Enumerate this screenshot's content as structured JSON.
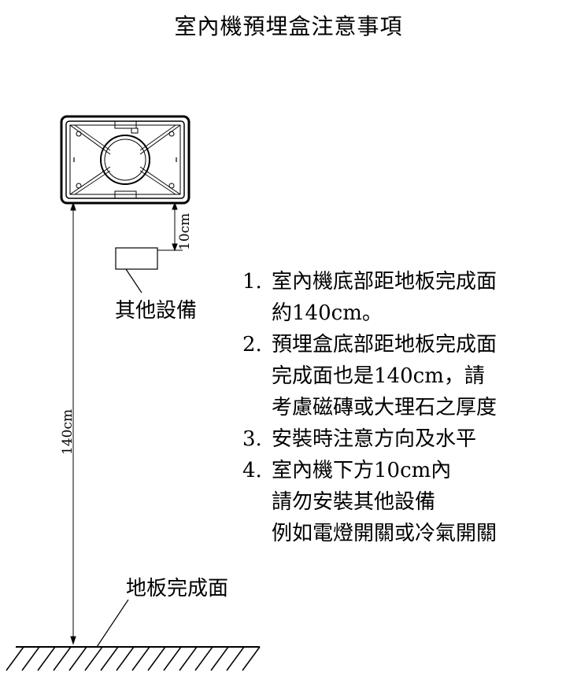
{
  "title": "室內機預埋盒注意事項",
  "labels": {
    "other_equipment": "其他設備",
    "floor_finish": "地板完成面",
    "dim_10": "10cm",
    "dim_140": "140cm"
  },
  "notes": [
    {
      "num": "1.",
      "lines": [
        "室內機底部距地板完成面",
        "約140cm。"
      ]
    },
    {
      "num": "2.",
      "lines": [
        "預埋盒底部距地板完成面",
        "完成面也是140cm，請",
        "考慮磁磚或大理石之厚度"
      ]
    },
    {
      "num": "3.",
      "lines": [
        "安裝時注意方向及水平"
      ]
    },
    {
      "num": "4.",
      "lines": [
        "室內機下方10cm內",
        "請勿安裝其他設備",
        "例如電燈開關或冷氣開關"
      ]
    }
  ]
}
